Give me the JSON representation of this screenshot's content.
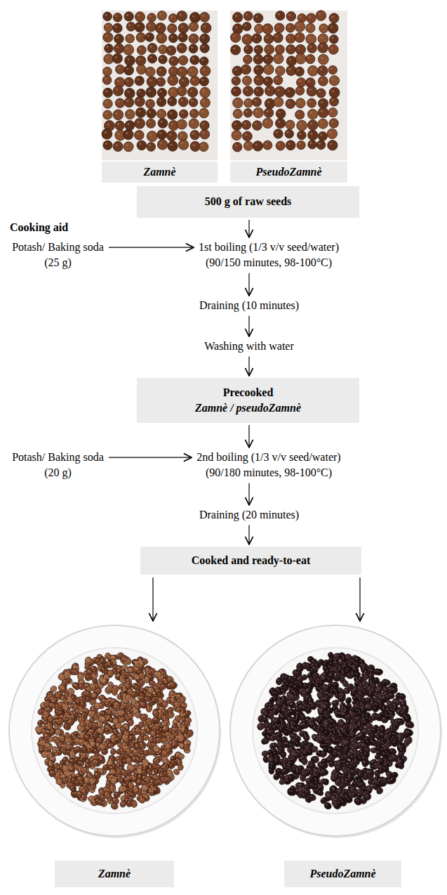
{
  "diagram": {
    "nodes": [
      {
        "text": [
          "Zamnè"
        ]
      },
      {
        "text": [
          "PseudoZamnè"
        ]
      },
      {
        "text": [
          "500 g of raw seeds"
        ]
      },
      {
        "text": [
          "Potash/ Baking soda",
          "(25 g)"
        ]
      },
      {
        "text": [
          "1st boiling (1/3 v/v seed/water)",
          "(90/150 minutes, 98-100°C)"
        ]
      },
      {
        "text": [
          "Draining (10 minutes)"
        ]
      },
      {
        "text": [
          "Washing with water"
        ]
      },
      {
        "text": [
          "Precooked",
          "Zamnè / pseudoZamnè"
        ]
      },
      {
        "text": [
          "Potash/ Baking soda",
          "(20 g)"
        ]
      },
      {
        "text": [
          "2nd boiling (1/3 v/v seed/water)",
          "(90/180 minutes, 98-100°C)"
        ]
      },
      {
        "text": [
          "Draining (20 minutes)"
        ]
      },
      {
        "text": [
          "Cooked and ready-to-eat"
        ]
      },
      {
        "text": [
          "Zamnè"
        ]
      },
      {
        "text": [
          "PseudoZamnè"
        ]
      }
    ],
    "edges": [
      {
        "from": 2,
        "to": 4,
        "arrow": "to"
      },
      {
        "from": 3,
        "to": 4,
        "arrow": "to"
      },
      {
        "from": 4,
        "to": 5,
        "arrow": "to"
      },
      {
        "from": 5,
        "to": 6,
        "arrow": "to"
      },
      {
        "from": 6,
        "to": 7,
        "arrow": "to"
      },
      {
        "from": 7,
        "to": 9,
        "arrow": "to"
      },
      {
        "from": 8,
        "to": 9,
        "arrow": "to"
      },
      {
        "from": 9,
        "to": 10,
        "arrow": "to"
      },
      {
        "from": 10,
        "to": 11,
        "arrow": "to"
      }
    ],
    "labels": [
      "Cooking aid"
    ]
  }
}
